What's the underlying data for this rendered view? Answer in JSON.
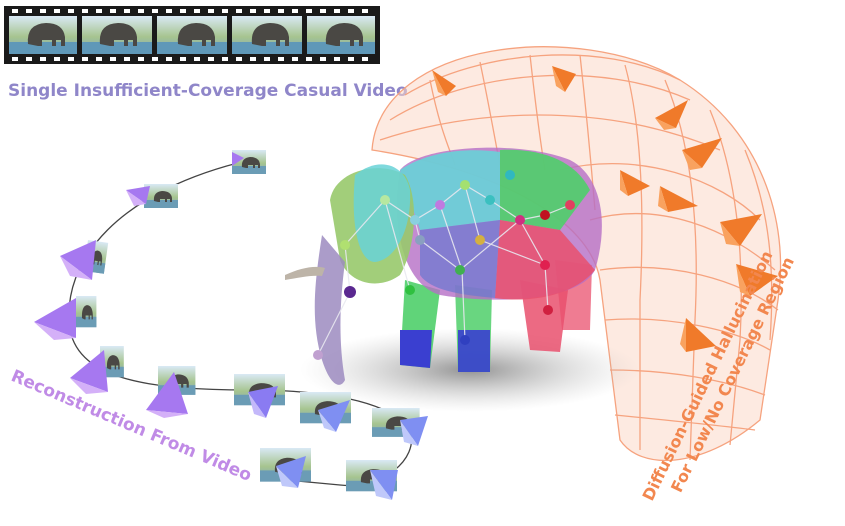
{
  "labels": {
    "top_title": "Single Insufficient-Coverage Casual Video",
    "left_caption": "Reconstruction From Video",
    "right_caption_line1": "Diffusion-Guided Hallucination",
    "right_caption_line2": "For Low/No Coverage Region"
  },
  "colors": {
    "title": "#8f86c9",
    "left_caption": "#c08be6",
    "right_caption": "#f2874f",
    "dome_mesh": "#f6a37f",
    "virtual_camera": "#f07a2a",
    "real_camera_purple": "#a678f0",
    "real_camera_blue": "#7f8ff2"
  },
  "icons": {
    "filmstrip": "filmstrip-icon",
    "camera": "camera-frustum-icon",
    "elephant": "elephant-icon"
  }
}
